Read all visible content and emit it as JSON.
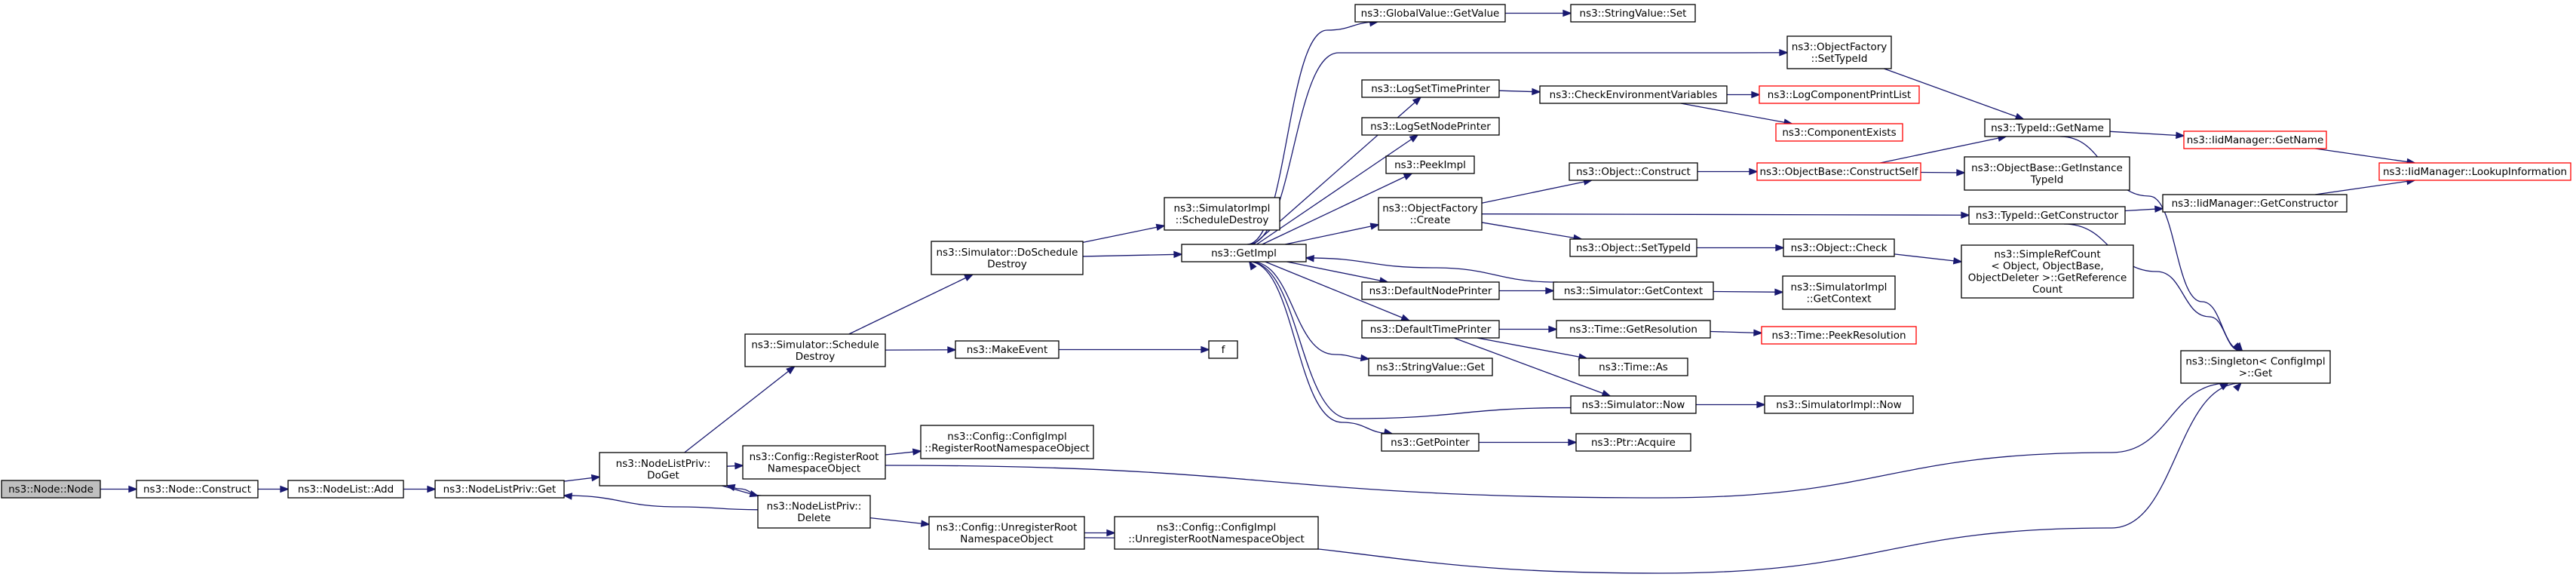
{
  "colors": {
    "edge": "#191970",
    "node_border": "#000000",
    "truncated_border": "#ff0000",
    "root_fill": "#bfbfbf",
    "node_fill": "#ffffff"
  },
  "nodes": [
    {
      "id": "n_node",
      "lines": [
        "ns3::Node::Node"
      ],
      "style": "root"
    },
    {
      "id": "n_construct",
      "lines": [
        "ns3::Node::Construct"
      ],
      "style": "normal"
    },
    {
      "id": "n_nodelist_add",
      "lines": [
        "ns3::NodeList::Add"
      ],
      "style": "normal"
    },
    {
      "id": "n_nlp_get",
      "lines": [
        "ns3::NodeListPriv::Get"
      ],
      "style": "normal"
    },
    {
      "id": "n_nlp_doget",
      "lines": [
        "ns3::NodeListPriv::",
        "DoGet"
      ],
      "style": "normal"
    },
    {
      "id": "n_sim_schedule_destroy",
      "lines": [
        "ns3::Simulator::Schedule",
        "Destroy"
      ],
      "style": "normal"
    },
    {
      "id": "n_cfg_register",
      "lines": [
        "ns3::Config::RegisterRoot",
        "NamespaceObject"
      ],
      "style": "normal"
    },
    {
      "id": "n_nlp_delete",
      "lines": [
        "ns3::NodeListPriv::",
        "Delete"
      ],
      "style": "normal"
    },
    {
      "id": "n_sim_doschedule_destroy",
      "lines": [
        "ns3::Simulator::DoSchedule",
        "Destroy"
      ],
      "style": "normal"
    },
    {
      "id": "n_makeevent",
      "lines": [
        "ns3::MakeEvent"
      ],
      "style": "normal"
    },
    {
      "id": "n_cfgimpl_register",
      "lines": [
        "ns3::Config::ConfigImpl",
        "::RegisterRootNamespaceObject"
      ],
      "style": "normal"
    },
    {
      "id": "n_cfg_unregister",
      "lines": [
        "ns3::Config::UnregisterRoot",
        "NamespaceObject"
      ],
      "style": "normal"
    },
    {
      "id": "n_getimpl",
      "lines": [
        "ns3::GetImpl"
      ],
      "style": "normal"
    },
    {
      "id": "n_simimpl_scheduledestroy",
      "lines": [
        "ns3::SimulatorImpl",
        "::ScheduleDestroy"
      ],
      "style": "normal"
    },
    {
      "id": "n_f",
      "lines": [
        "f"
      ],
      "style": "normal"
    },
    {
      "id": "n_cfgimpl_unregister",
      "lines": [
        "ns3::Config::ConfigImpl",
        "::UnregisterRootNamespaceObject"
      ],
      "style": "normal"
    },
    {
      "id": "n_globalvalue_getvalue",
      "lines": [
        "ns3::GlobalValue::GetValue"
      ],
      "style": "normal"
    },
    {
      "id": "n_logsettimeprinter",
      "lines": [
        "ns3::LogSetTimePrinter"
      ],
      "style": "normal"
    },
    {
      "id": "n_logsetnodeprinter",
      "lines": [
        "ns3::LogSetNodePrinter"
      ],
      "style": "normal"
    },
    {
      "id": "n_peekimpl",
      "lines": [
        "ns3::PeekImpl"
      ],
      "style": "normal"
    },
    {
      "id": "n_objectfactory_create",
      "lines": [
        "ns3::ObjectFactory",
        "::Create"
      ],
      "style": "normal"
    },
    {
      "id": "n_defaultnodeprinter",
      "lines": [
        "ns3::DefaultNodePrinter"
      ],
      "style": "normal"
    },
    {
      "id": "n_defaulttimeprinter",
      "lines": [
        "ns3::DefaultTimePrinter"
      ],
      "style": "normal"
    },
    {
      "id": "n_stringvalue_get",
      "lines": [
        "ns3::StringValue::Get"
      ],
      "style": "normal"
    },
    {
      "id": "n_getpointer",
      "lines": [
        "ns3::GetPointer"
      ],
      "style": "normal"
    },
    {
      "id": "n_stringvalue_set",
      "lines": [
        "ns3::StringValue::Set"
      ],
      "style": "normal"
    },
    {
      "id": "n_objectfactory_settypeid",
      "lines": [
        "ns3::ObjectFactory",
        "::SetTypeId"
      ],
      "style": "normal"
    },
    {
      "id": "n_checkenvvars",
      "lines": [
        "ns3::CheckEnvironmentVariables"
      ],
      "style": "normal"
    },
    {
      "id": "n_logcomponentprintlist",
      "lines": [
        "ns3::LogComponentPrintList"
      ],
      "style": "truncated"
    },
    {
      "id": "n_componentexists",
      "lines": [
        "ns3::ComponentExists"
      ],
      "style": "truncated"
    },
    {
      "id": "n_object_construct",
      "lines": [
        "ns3::Object::Construct"
      ],
      "style": "normal"
    },
    {
      "id": "n_objectbase_constructself",
      "lines": [
        "ns3::ObjectBase::ConstructSelf"
      ],
      "style": "truncated"
    },
    {
      "id": "n_object_settypeid",
      "lines": [
        "ns3::Object::SetTypeId"
      ],
      "style": "normal"
    },
    {
      "id": "n_object_check",
      "lines": [
        "ns3::Object::Check"
      ],
      "style": "normal"
    },
    {
      "id": "n_sim_getcontext",
      "lines": [
        "ns3::Simulator::GetContext"
      ],
      "style": "normal"
    },
    {
      "id": "n_simimpl_getcontext",
      "lines": [
        "ns3::SimulatorImpl",
        "::GetContext"
      ],
      "style": "normal"
    },
    {
      "id": "n_time_getresolution",
      "lines": [
        "ns3::Time::GetResolution"
      ],
      "style": "normal"
    },
    {
      "id": "n_time_peekresolution",
      "lines": [
        "ns3::Time::PeekResolution"
      ],
      "style": "truncated"
    },
    {
      "id": "n_time_as",
      "lines": [
        "ns3::Time::As"
      ],
      "style": "normal"
    },
    {
      "id": "n_sim_now",
      "lines": [
        "ns3::Simulator::Now"
      ],
      "style": "normal"
    },
    {
      "id": "n_simimpl_now",
      "lines": [
        "ns3::SimulatorImpl::Now"
      ],
      "style": "normal"
    },
    {
      "id": "n_ptr_acquire",
      "lines": [
        "ns3::Ptr::Acquire"
      ],
      "style": "normal"
    },
    {
      "id": "n_typeid_getname",
      "lines": [
        "ns3::TypeId::GetName"
      ],
      "style": "normal"
    },
    {
      "id": "n_objectbase_getinstancetypeid",
      "lines": [
        "ns3::ObjectBase::GetInstance",
        "TypeId"
      ],
      "style": "normal"
    },
    {
      "id": "n_typeid_getconstructor",
      "lines": [
        "ns3::TypeId::GetConstructor"
      ],
      "style": "normal"
    },
    {
      "id": "n_simplerefcount_getrefcount",
      "lines": [
        "ns3::SimpleRefCount",
        "< Object, ObjectBase,",
        "ObjectDeleter >::GetReference",
        "Count"
      ],
      "style": "normal"
    },
    {
      "id": "n_singleton_get",
      "lines": [
        "ns3::Singleton< ConfigImpl",
        ">::Get"
      ],
      "style": "normal"
    },
    {
      "id": "n_iidmanager_getname",
      "lines": [
        "ns3::IidManager::GetName"
      ],
      "style": "truncated"
    },
    {
      "id": "n_iidmanager_getconstructor",
      "lines": [
        "ns3::IidManager::GetConstructor"
      ],
      "style": "normal"
    },
    {
      "id": "n_iidmanager_lookupinformation",
      "lines": [
        "ns3::IidManager::LookupInformation"
      ],
      "style": "truncated"
    }
  ],
  "edges": [
    {
      "from": "n_node",
      "to": "n_construct"
    },
    {
      "from": "n_construct",
      "to": "n_nodelist_add"
    },
    {
      "from": "n_nodelist_add",
      "to": "n_nlp_get"
    },
    {
      "from": "n_nlp_get",
      "to": "n_nlp_doget"
    },
    {
      "from": "n_nlp_doget",
      "to": "n_sim_schedule_destroy"
    },
    {
      "from": "n_nlp_doget",
      "to": "n_cfg_register"
    },
    {
      "from": "n_nlp_doget",
      "to": "n_nlp_delete"
    },
    {
      "from": "n_nlp_delete",
      "to": "n_nlp_doget"
    },
    {
      "from": "n_nlp_delete",
      "to": "n_nlp_get"
    },
    {
      "from": "n_nlp_delete",
      "to": "n_cfg_unregister"
    },
    {
      "from": "n_sim_schedule_destroy",
      "to": "n_sim_doschedule_destroy"
    },
    {
      "from": "n_sim_schedule_destroy",
      "to": "n_makeevent"
    },
    {
      "from": "n_cfg_register",
      "to": "n_cfgimpl_register"
    },
    {
      "from": "n_cfg_register",
      "to": "n_singleton_get"
    },
    {
      "from": "n_cfg_unregister",
      "to": "n_cfgimpl_unregister"
    },
    {
      "from": "n_cfg_unregister",
      "to": "n_singleton_get"
    },
    {
      "from": "n_sim_doschedule_destroy",
      "to": "n_getimpl"
    },
    {
      "from": "n_sim_doschedule_destroy",
      "to": "n_simimpl_scheduledestroy"
    },
    {
      "from": "n_makeevent",
      "to": "n_f"
    },
    {
      "from": "n_getimpl",
      "to": "n_globalvalue_getvalue"
    },
    {
      "from": "n_getimpl",
      "to": "n_objectfactory_settypeid"
    },
    {
      "from": "n_getimpl",
      "to": "n_logsettimeprinter"
    },
    {
      "from": "n_getimpl",
      "to": "n_logsetnodeprinter"
    },
    {
      "from": "n_getimpl",
      "to": "n_peekimpl"
    },
    {
      "from": "n_getimpl",
      "to": "n_objectfactory_create"
    },
    {
      "from": "n_getimpl",
      "to": "n_defaultnodeprinter"
    },
    {
      "from": "n_getimpl",
      "to": "n_defaulttimeprinter"
    },
    {
      "from": "n_getimpl",
      "to": "n_stringvalue_get"
    },
    {
      "from": "n_getimpl",
      "to": "n_getpointer"
    },
    {
      "from": "n_sim_getcontext",
      "to": "n_getimpl"
    },
    {
      "from": "n_sim_now",
      "to": "n_getimpl"
    },
    {
      "from": "n_globalvalue_getvalue",
      "to": "n_stringvalue_set"
    },
    {
      "from": "n_logsettimeprinter",
      "to": "n_checkenvvars"
    },
    {
      "from": "n_checkenvvars",
      "to": "n_logcomponentprintlist"
    },
    {
      "from": "n_checkenvvars",
      "to": "n_componentexists"
    },
    {
      "from": "n_objectfactory_settypeid",
      "to": "n_typeid_getname"
    },
    {
      "from": "n_objectfactory_create",
      "to": "n_object_construct"
    },
    {
      "from": "n_objectfactory_create",
      "to": "n_typeid_getconstructor"
    },
    {
      "from": "n_objectfactory_create",
      "to": "n_object_settypeid"
    },
    {
      "from": "n_object_construct",
      "to": "n_objectbase_constructself"
    },
    {
      "from": "n_objectbase_constructself",
      "to": "n_typeid_getname"
    },
    {
      "from": "n_objectbase_constructself",
      "to": "n_objectbase_getinstancetypeid"
    },
    {
      "from": "n_object_settypeid",
      "to": "n_object_check"
    },
    {
      "from": "n_object_check",
      "to": "n_simplerefcount_getrefcount"
    },
    {
      "from": "n_defaultnodeprinter",
      "to": "n_sim_getcontext"
    },
    {
      "from": "n_sim_getcontext",
      "to": "n_simimpl_getcontext"
    },
    {
      "from": "n_defaulttimeprinter",
      "to": "n_time_getresolution"
    },
    {
      "from": "n_defaulttimeprinter",
      "to": "n_time_as"
    },
    {
      "from": "n_defaulttimeprinter",
      "to": "n_sim_now"
    },
    {
      "from": "n_time_getresolution",
      "to": "n_time_peekresolution"
    },
    {
      "from": "n_sim_now",
      "to": "n_simimpl_now"
    },
    {
      "from": "n_getpointer",
      "to": "n_ptr_acquire"
    },
    {
      "from": "n_typeid_getname",
      "to": "n_iidmanager_getname"
    },
    {
      "from": "n_typeid_getname",
      "to": "n_singleton_get"
    },
    {
      "from": "n_typeid_getconstructor",
      "to": "n_iidmanager_getconstructor"
    },
    {
      "from": "n_typeid_getconstructor",
      "to": "n_singleton_get"
    },
    {
      "from": "n_iidmanager_getname",
      "to": "n_iidmanager_lookupinformation"
    },
    {
      "from": "n_iidmanager_getconstructor",
      "to": "n_iidmanager_lookupinformation"
    }
  ]
}
